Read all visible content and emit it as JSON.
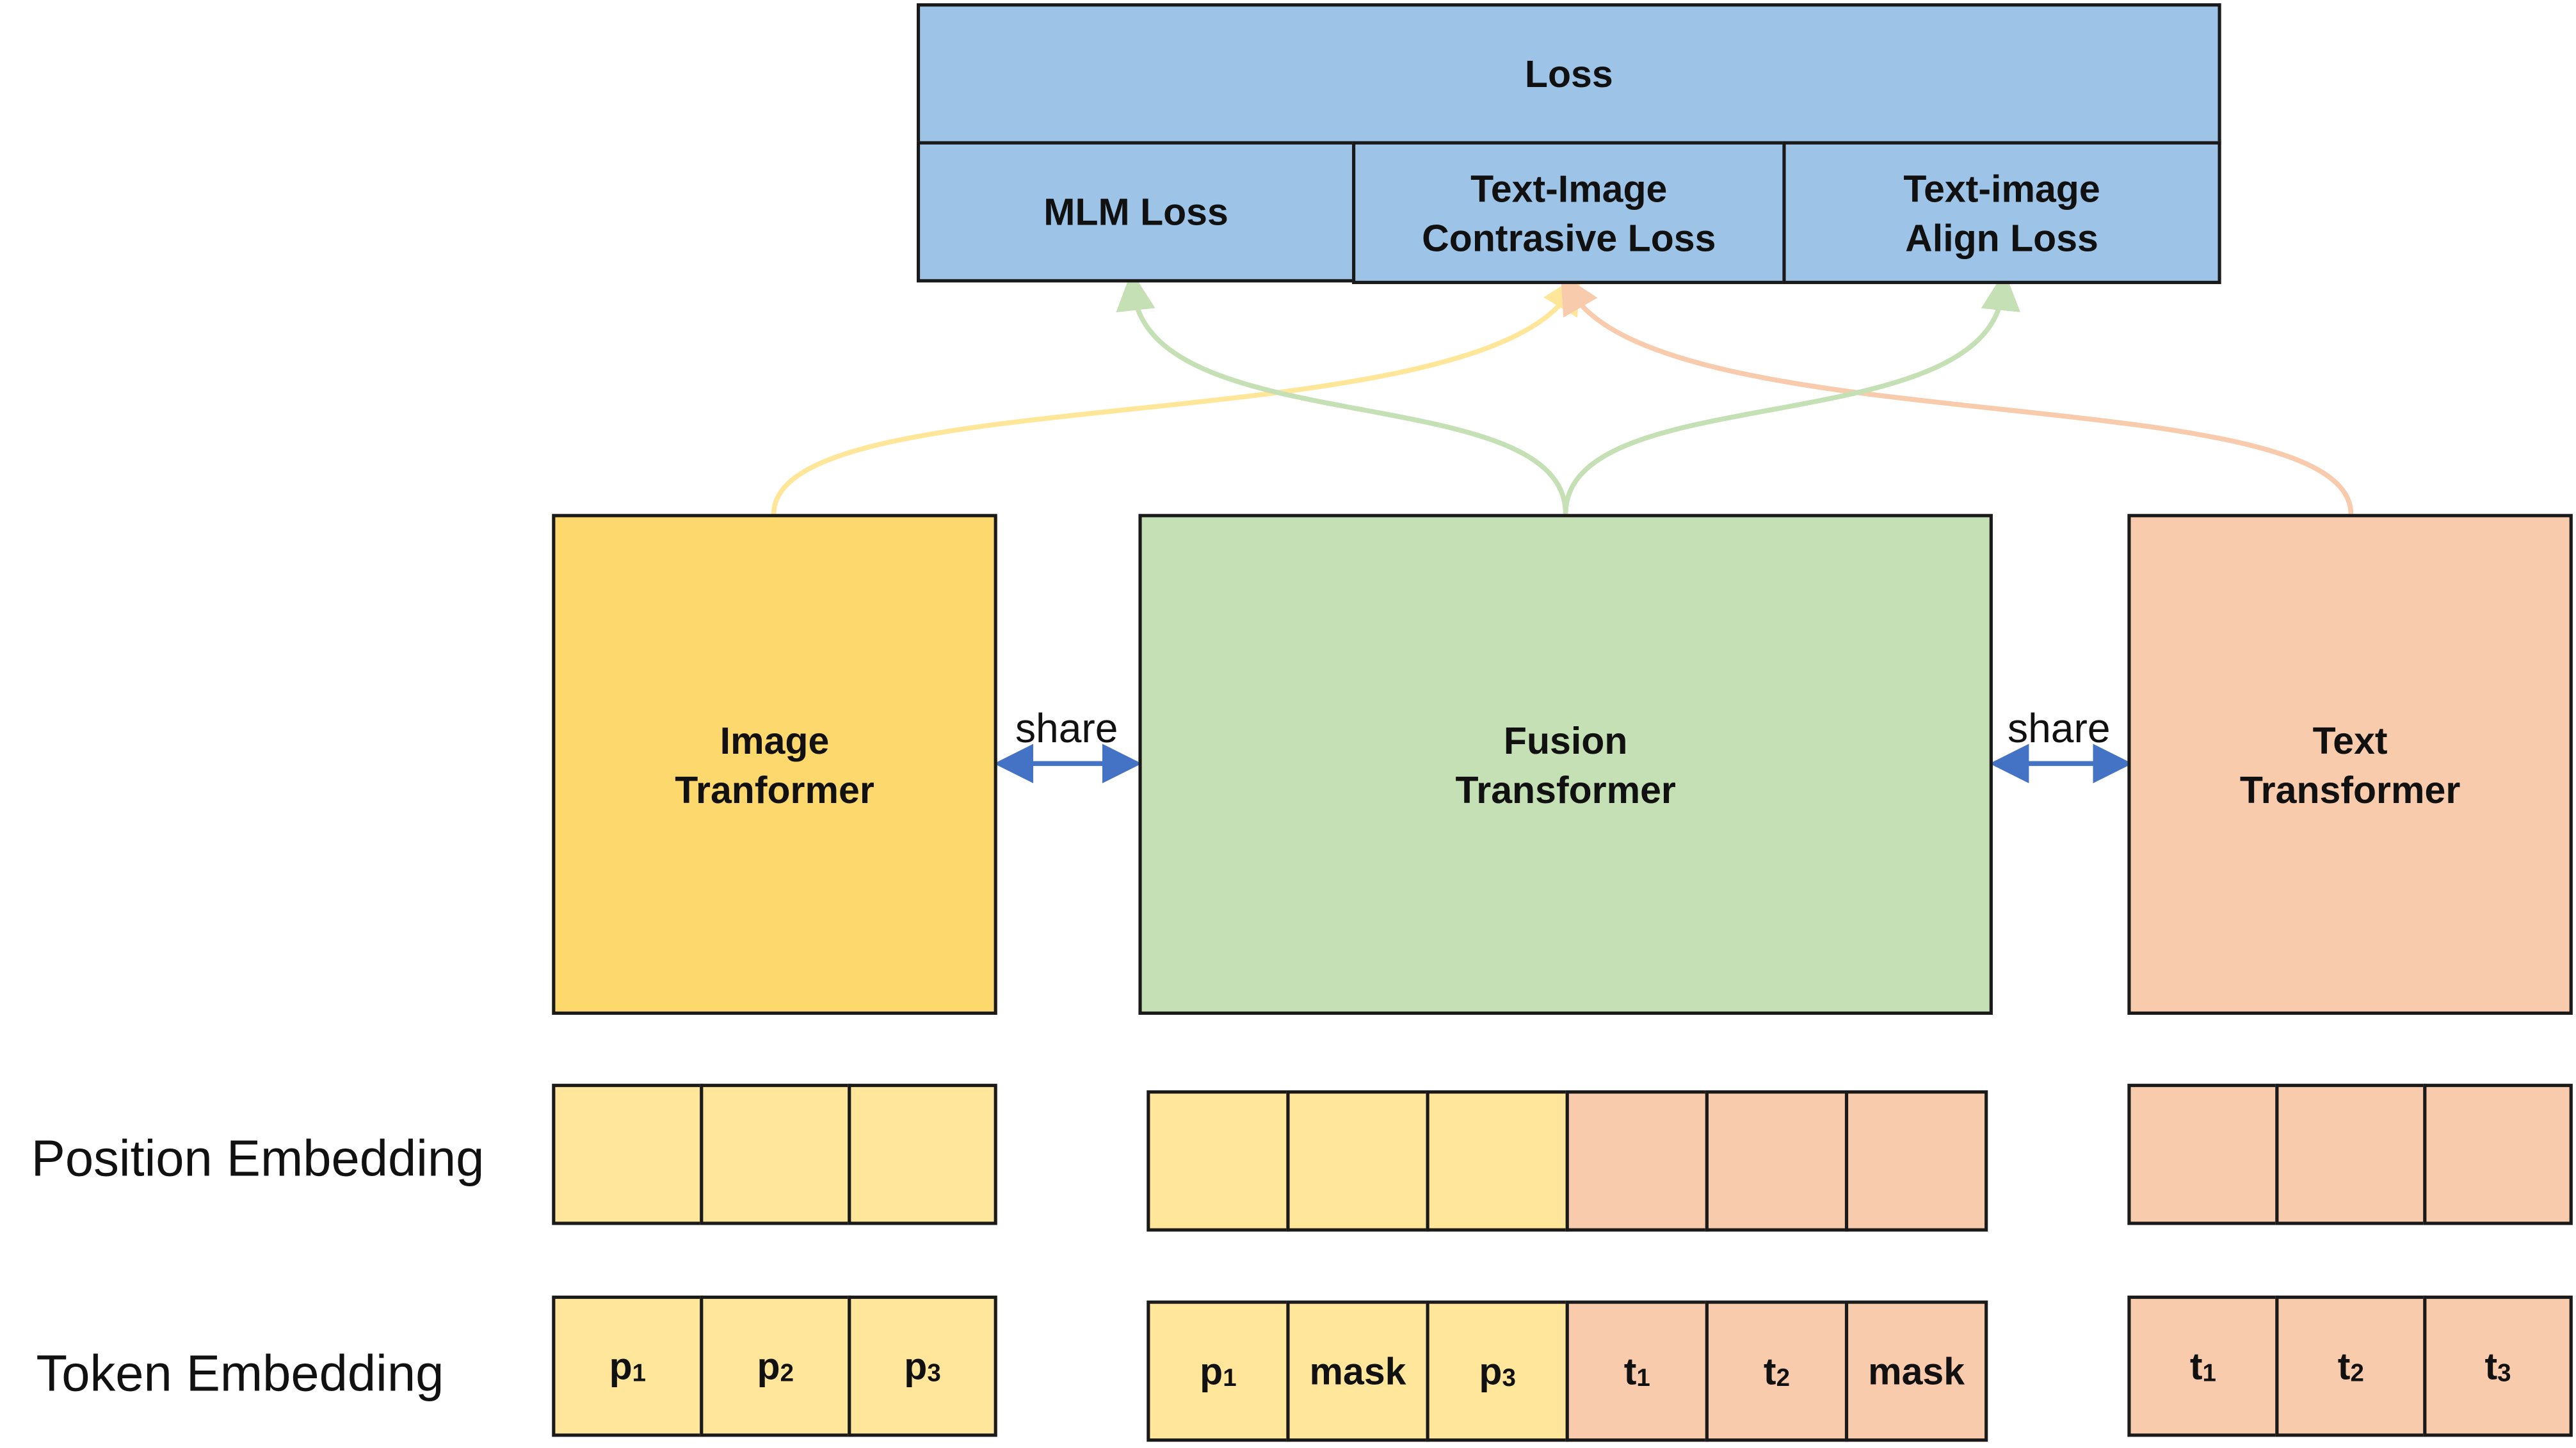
{
  "loss": {
    "title": "Loss",
    "components": [
      "MLM Loss",
      "Text-Image\nContrasive Loss",
      "Text-image\nAlign Loss"
    ]
  },
  "transformers": {
    "image": "Image\nTranformer",
    "fusion": "Fusion\nTransformer",
    "text": "Text\nTransformer"
  },
  "share_labels": [
    "share",
    "share"
  ],
  "row_labels": {
    "position": "Position Embedding",
    "token": "Token Embedding"
  },
  "image_tokens": [
    {
      "base": "p",
      "sub": "1"
    },
    {
      "base": "p",
      "sub": "2"
    },
    {
      "base": "p",
      "sub": "3"
    }
  ],
  "fusion_tokens": [
    {
      "base": "p",
      "sub": "1"
    },
    {
      "base": "mask",
      "sub": ""
    },
    {
      "base": "p",
      "sub": "3"
    },
    {
      "base": "t",
      "sub": "1"
    },
    {
      "base": "t",
      "sub": "2"
    },
    {
      "base": "mask",
      "sub": ""
    }
  ],
  "text_tokens": [
    {
      "base": "t",
      "sub": "1"
    },
    {
      "base": "t",
      "sub": "2"
    },
    {
      "base": "t",
      "sub": "3"
    }
  ],
  "colors": {
    "loss_blue": "#9dc3e6",
    "image_gold": "#fdd86c",
    "fusion_green": "#c5e0b4",
    "text_peach": "#f8cbad",
    "embed_gold": "#ffe69a",
    "arrow_blue": "#4472c4",
    "curve_yellow": "#ffe699",
    "curve_green": "#c5e0b4",
    "curve_peach": "#f8cbad"
  }
}
